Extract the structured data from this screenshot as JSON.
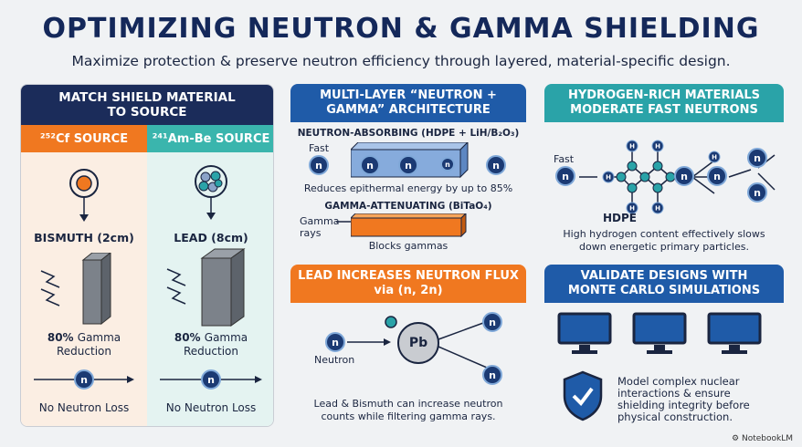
{
  "title": "OPTIMIZING NEUTRON & GAMMA SHIELDING",
  "subtitle": "Maximize protection & preserve neutron efficiency through layered, material-specific design.",
  "left": {
    "header": "MATCH SHIELD MATERIAL TO SOURCE",
    "cf": {
      "source_label": "²⁵²Cf SOURCE",
      "material": "BISMUTH (2cm)",
      "reduction_pct": "80%",
      "reduction_label": "Gamma",
      "reduction_label2": "Reduction",
      "neutron": "n",
      "footer": "No Neutron Loss"
    },
    "am": {
      "source_label": "²⁴¹Am-Be SOURCE",
      "material": "LEAD (8cm)",
      "reduction_pct": "80%",
      "reduction_label": "Gamma",
      "reduction_label2": "Reduction",
      "neutron": "n",
      "footer": "No Neutron Loss"
    }
  },
  "mid_top": {
    "header": "MULTI-LAYER “NEUTRON + GAMMA” ARCHITECTURE",
    "absorb_label": "NEUTRON-ABSORBING (HDPE + LiH/B₂O₃)",
    "fast": "Fast",
    "neutron": "n",
    "reduce_text": "Reduces epithermal energy by up to 85%",
    "gamma_label": "GAMMA-ATTENUATING (BiTaO₄)",
    "gamma_rays_1": "Gamma",
    "gamma_rays_2": "rays",
    "blocks": "Blocks gammas"
  },
  "mid_bot": {
    "header_1": "LEAD INCREASES NEUTRON FLUX",
    "header_2": "via (n, 2n)",
    "neutron": "n",
    "neutron_label": "Neutron",
    "pb": "Pb",
    "caption_1": "Lead & Bismuth can increase neutron",
    "caption_2": "counts while filtering gamma rays."
  },
  "right_top": {
    "header_1": "HYDROGEN-RICH MATERIALS",
    "header_2": "MODERATE FAST NEUTRONS",
    "fast": "Fast",
    "neutron": "n",
    "h": "H",
    "hdpe": "HDPE",
    "caption_1": "High hydrogen content effectively slows",
    "caption_2": "down energetic primary particles."
  },
  "right_bot": {
    "header_1": "VALIDATE DESIGNS WITH",
    "header_2": "MONTE CARLO SIMULATIONS",
    "caption_1": "Model complex nuclear",
    "caption_2": "interactions & ensure",
    "caption_3": "shielding integrity before",
    "caption_4": "physical construction."
  },
  "brand": "NotebookLM",
  "colors": {
    "navy": "#1b2c5a",
    "orange": "#f07820",
    "teal": "#2aa3a8",
    "blue": "#1f5ba8"
  }
}
